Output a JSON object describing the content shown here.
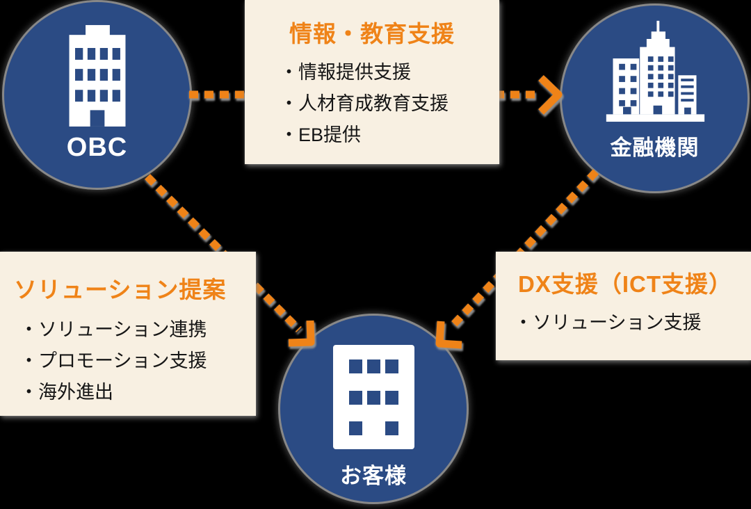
{
  "colors": {
    "background": "#000000",
    "circle_blue": "#2b4b84",
    "box_bg": "#f8f0e2",
    "accent_orange": "#ef8318",
    "text_dark": "#161616",
    "label_white": "#ffffff",
    "shadow_gray": "#8f8f8f"
  },
  "nodes": {
    "obc": {
      "label": "OBC"
    },
    "financial": {
      "label": "金融機関"
    },
    "customer": {
      "label": "お客様"
    }
  },
  "boxes": {
    "info_education": {
      "title": "情報・教育支援",
      "items": [
        "・情報提供支援",
        "・人材育成教育支援",
        "・EB提供"
      ]
    },
    "solution_proposal": {
      "title": "ソリューション提案",
      "items": [
        "・ソリューション連携",
        "・プロモーション支援",
        "・海外進出"
      ]
    },
    "dx_support": {
      "title": "DX支援（ICT支援）",
      "items": [
        "・ソリューション支援"
      ]
    }
  }
}
